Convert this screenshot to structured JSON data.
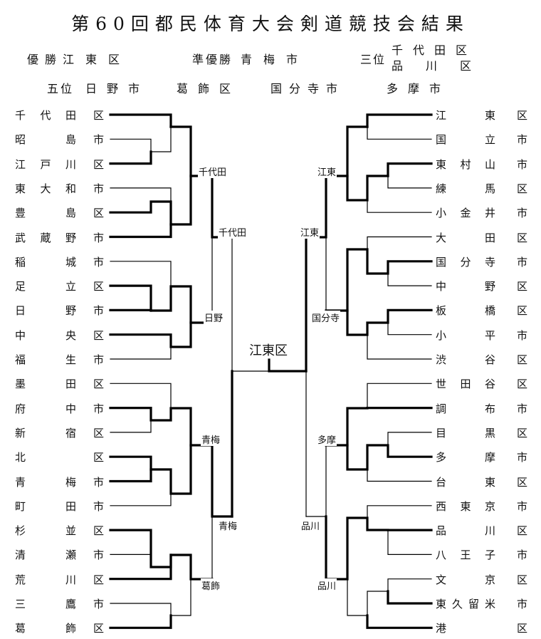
{
  "title": "第60回都民体育大会剣道競技会結果",
  "results": {
    "champion_label": "優勝",
    "champion": "江東区",
    "runnerup_label": "準優勝",
    "runnerup": "青梅市",
    "third_label": "三位",
    "third": [
      "千代田区",
      "品川区"
    ],
    "fifth_label": "五位",
    "fifth": [
      "日野市",
      "葛飾区",
      "国分寺市",
      "多摩市"
    ]
  },
  "left_teams": [
    {
      "name": "千代田",
      "suffix": "区"
    },
    {
      "name": "昭島",
      "suffix": "市"
    },
    {
      "name": "江戸川",
      "suffix": "区"
    },
    {
      "name": "東大和",
      "suffix": "市"
    },
    {
      "name": "豊島",
      "suffix": "区"
    },
    {
      "name": "武蔵野",
      "suffix": "市"
    },
    {
      "name": "稲城",
      "suffix": "市"
    },
    {
      "name": "足立",
      "suffix": "区"
    },
    {
      "name": "日野",
      "suffix": "市"
    },
    {
      "name": "中央",
      "suffix": "区"
    },
    {
      "name": "福生",
      "suffix": "市"
    },
    {
      "name": "墨田",
      "suffix": "区"
    },
    {
      "name": "府中",
      "suffix": "市"
    },
    {
      "name": "新宿",
      "suffix": "区"
    },
    {
      "name": "北",
      "suffix": "区"
    },
    {
      "name": "青梅",
      "suffix": "市"
    },
    {
      "name": "町田",
      "suffix": "市"
    },
    {
      "name": "杉並",
      "suffix": "区"
    },
    {
      "name": "清瀬",
      "suffix": "市"
    },
    {
      "name": "荒川",
      "suffix": "区"
    },
    {
      "name": "三鷹",
      "suffix": "市"
    },
    {
      "name": "葛飾",
      "suffix": "区"
    }
  ],
  "right_teams": [
    {
      "name": "江東",
      "suffix": "区"
    },
    {
      "name": "国立",
      "suffix": "市"
    },
    {
      "name": "東村山",
      "suffix": "市"
    },
    {
      "name": "練馬",
      "suffix": "区"
    },
    {
      "name": "小金井",
      "suffix": "市"
    },
    {
      "name": "大田",
      "suffix": "区"
    },
    {
      "name": "国分寺",
      "suffix": "市"
    },
    {
      "name": "中野",
      "suffix": "区"
    },
    {
      "name": "板橋",
      "suffix": "区"
    },
    {
      "name": "小平",
      "suffix": "市"
    },
    {
      "name": "渋谷",
      "suffix": "区"
    },
    {
      "name": "世田谷",
      "suffix": "区"
    },
    {
      "name": "調布",
      "suffix": "市"
    },
    {
      "name": "目黒",
      "suffix": "区"
    },
    {
      "name": "多摩",
      "suffix": "市"
    },
    {
      "name": "台東",
      "suffix": "区"
    },
    {
      "name": "西東京",
      "suffix": "市"
    },
    {
      "name": "品川",
      "suffix": "区"
    },
    {
      "name": "八王子",
      "suffix": "市"
    },
    {
      "name": "文京",
      "suffix": "区"
    },
    {
      "name": "東久留米",
      "suffix": "市"
    },
    {
      "name": "港",
      "suffix": "区"
    }
  ],
  "round_labels": {
    "left_qf_top": "千代田",
    "left_sf_top": "千代田",
    "left_qf_2": "日野",
    "left_qf_3": "青梅",
    "left_sf_bottom": "青梅",
    "left_qf_4": "葛飾",
    "right_qf_top": "江東",
    "right_sf_top": "江東",
    "right_qf_2": "国分寺",
    "right_qf_3": "多摩",
    "right_sf_bottom": "品川",
    "right_qf_4": "品川",
    "final_winner": "江東区"
  }
}
